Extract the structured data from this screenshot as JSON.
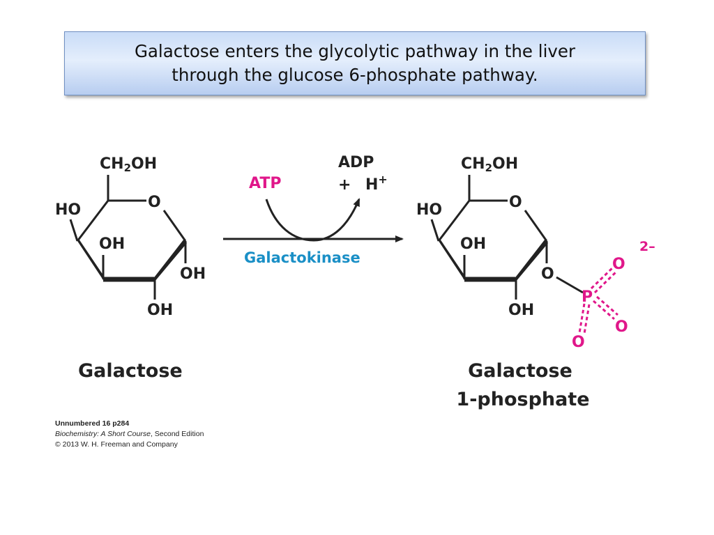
{
  "title": {
    "line1": "Galactose enters the glycolytic pathway in the liver",
    "line2": "through the glucose 6-phosphate pathway."
  },
  "reactant": {
    "ch2oh": "CH",
    "ch2oh_sub": "2",
    "ch2oh_end": "OH",
    "ring_o": "O",
    "ho_left": "HO",
    "oh_c4": "OH",
    "oh_c1": "OH",
    "oh_c2": "OH",
    "name": "Galactose"
  },
  "arrow": {
    "atp": "ATP",
    "adp": "ADP",
    "plus": "+",
    "h": "H",
    "h_charge": "+",
    "enzyme": "Galactokinase"
  },
  "product": {
    "ch2oh": "CH",
    "ch2oh_sub": "2",
    "ch2oh_end": "OH",
    "ring_o": "O",
    "ho_left": "HO",
    "oh_c4": "OH",
    "o_c1": "O",
    "oh_c2": "OH",
    "phosphorus": "P",
    "o_top": "O",
    "o_right": "O",
    "o_bottom": "O",
    "charge": "2–",
    "name_line1": "Galactose",
    "name_line2": "1-phosphate"
  },
  "credit": {
    "line1": "Unnumbered 16 p284",
    "line2_italic": "Biochemistry: A Short Course",
    "line2_rest": ", Second Edition",
    "line3": "© 2013 W. H. Freeman and Company"
  },
  "colors": {
    "phosphate": "#e0178a",
    "enzyme": "#1a8fc6",
    "title_box": "#c9dcf7"
  }
}
